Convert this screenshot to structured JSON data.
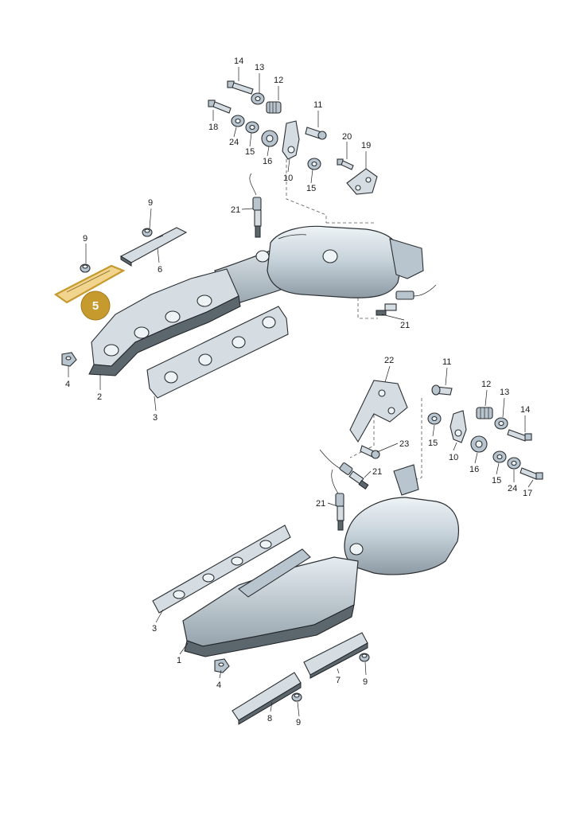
{
  "highlight": {
    "part_number": "5",
    "color": "#c79a2e"
  },
  "colors": {
    "metal": "#d5dde3",
    "shadow": "#5c666d",
    "line": "#2a2f33"
  },
  "upper_assembly": {
    "labels": {
      "p14": "14",
      "p13": "13",
      "p12": "12",
      "p11": "11",
      "p18": "18",
      "p24": "24",
      "p15a": "15",
      "p16": "16",
      "p10": "10",
      "p15b": "15",
      "p20": "20",
      "p19": "19",
      "p21a": "21",
      "p21b": "21",
      "p9a": "9",
      "p9b": "9",
      "p6": "6",
      "p5": "5",
      "p4": "4",
      "p2": "2",
      "p3": "3"
    }
  },
  "lower_assembly": {
    "labels": {
      "p22": "22",
      "p11": "11",
      "p12": "12",
      "p13": "13",
      "p14": "14",
      "p15a": "15",
      "p10": "10",
      "p16": "16",
      "p15b": "15",
      "p24": "24",
      "p17": "17",
      "p23": "23",
      "p21a": "21",
      "p21b": "21",
      "p3": "3",
      "p1": "1",
      "p4": "4",
      "p7": "7",
      "p9a": "9",
      "p8": "8",
      "p9b": "9"
    }
  }
}
